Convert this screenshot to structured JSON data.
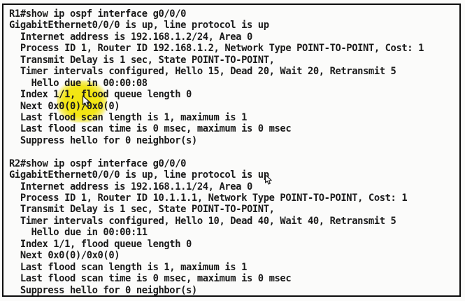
{
  "terminal": {
    "lines": [
      "R1#show ip ospf interface g0/0/0",
      "GigabitEthernet0/0/0 is up, line protocol is up",
      "  Internet address is 192.168.1.2/24, Area 0",
      "  Process ID 1, Router ID 192.168.1.2, Network Type POINT-TO-POINT, Cost: 1",
      "  Transmit Delay is 1 sec, State POINT-TO-POINT,",
      "  Timer intervals configured, Hello 15, Dead 20, Wait 20, Retransmit 5",
      "    Hello due in 00:00:08",
      "  Index 1/1, flood queue length 0",
      "  Next 0x0(0)/0x0(0)",
      "  Last flood scan length is 1, maximum is 1",
      "  Last flood scan time is 0 msec, maximum is 0 msec",
      "  Suppress hello for 0 neighbor(s)",
      "",
      "R2#show ip ospf interface g0/0/0",
      "GigabitEthernet0/0/0 is up, line protocol is up",
      "  Internet address is 192.168.1.1/24, Area 0",
      "  Process ID 1, Router ID 10.1.1.1, Network Type POINT-TO-POINT, Cost: 1",
      "  Transmit Delay is 1 sec, State POINT-TO-POINT,",
      "  Timer intervals configured, Hello 10, Dead 40, Wait 40, Retransmit 5",
      "    Hello due in 00:00:11",
      "  Index 1/1, flood queue length 0",
      "  Next 0x0(0)/0x0(0)",
      "  Last flood scan length is 1, maximum is 1",
      "  Last flood scan time is 0 msec, maximum is 0 msec",
      "  Suppress hello for 0 neighbor(s)"
    ]
  },
  "annotations": {
    "highlight": {
      "shape": "ellipse",
      "color": "#f2e402",
      "highlighted_text": "1/1, (0)"
    },
    "cursors": [
      {
        "icon": "mouse-pointer-icon",
        "near_text": "Index 1/1,"
      },
      {
        "icon": "mouse-pointer-icon",
        "near_text": "line protocol is up"
      }
    ]
  },
  "colors": {
    "text": "#1b1b1b",
    "border": "#0d0d0d",
    "background": "#fbfbfa"
  }
}
